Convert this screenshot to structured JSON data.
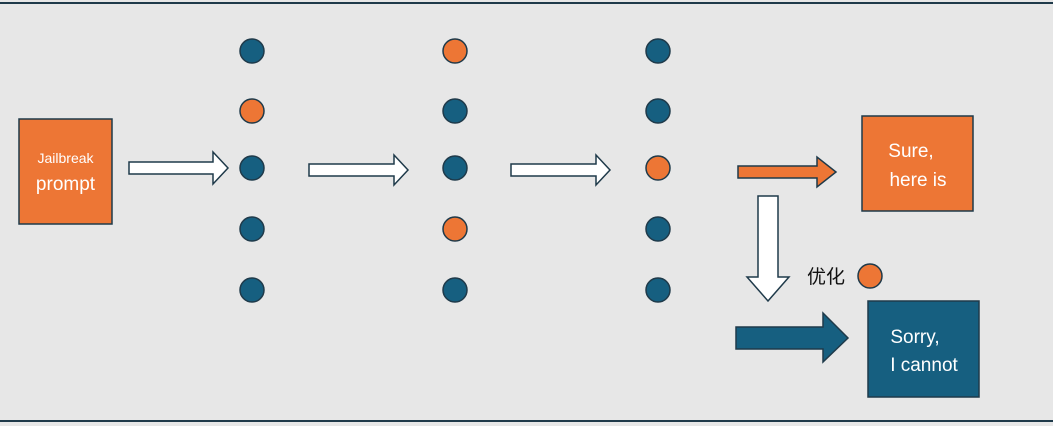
{
  "colors": {
    "background": "#e7e7e7",
    "frame": "#1f3a4a",
    "orange": "#ed7635",
    "blue": "#165f80",
    "node_outline": "#1f3a4a",
    "arrow_outline": "#1f3a4a",
    "arrow_fill": "#ffffff",
    "text_on_box": "#ffffff",
    "text_dark": "#111111"
  },
  "input_box": {
    "line1": "Jailbreak",
    "line2": "prompt"
  },
  "layers": [
    {
      "nodes": [
        "blue",
        "orange",
        "blue",
        "blue",
        "blue"
      ]
    },
    {
      "nodes": [
        "orange",
        "blue",
        "blue",
        "orange",
        "blue"
      ]
    },
    {
      "nodes": [
        "blue",
        "blue",
        "orange",
        "blue",
        "blue"
      ]
    }
  ],
  "output_sure": {
    "line1": "Sure,",
    "line2": "here is"
  },
  "output_sorry": {
    "line1": "Sorry,",
    "line2": "I cannot"
  },
  "optimize_label": "优化",
  "optimize_node_color": "orange"
}
